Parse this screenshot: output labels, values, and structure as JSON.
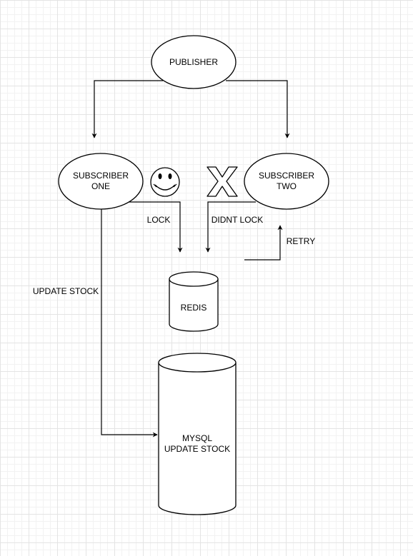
{
  "nodes": {
    "publisher": "PUBLISHER",
    "subscriber_one": [
      "SUBSCRIBER",
      "ONE"
    ],
    "subscriber_two": [
      "SUBSCRIBER",
      "TWO"
    ],
    "redis": "REDIS",
    "mysql": [
      "MYSQL",
      "UPDATE STOCK"
    ]
  },
  "edges": {
    "lock": "LOCK",
    "didnt_lock": "DIDNT LOCK",
    "retry": "RETRY",
    "update_stock": "UPDATE STOCK"
  },
  "icons": {
    "success": "smiley-face-icon",
    "failure": "cross-x-icon"
  }
}
